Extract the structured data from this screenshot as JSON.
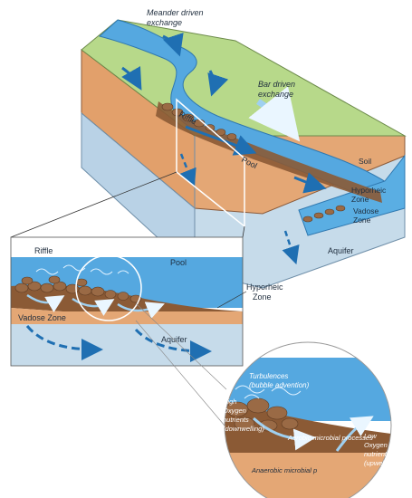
{
  "block": {
    "meander_exchange": [
      "Meander driven",
      "exchange"
    ],
    "bar_exchange": [
      "Bar driven",
      "exchange"
    ],
    "riffle": "Riffle",
    "pool": "Pool",
    "soil": "Soil",
    "hyporheic": [
      "Hyporheic",
      "Zone"
    ],
    "vadose": [
      "Vadose",
      "Zone"
    ],
    "aquifer": "Aquifer"
  },
  "inset": {
    "riffle": "Riffle",
    "pool": "Pool",
    "hyporheic": [
      "Hyporheic",
      "Zone"
    ],
    "vadose": "Vadose Zone",
    "aquifer": "Aquifer"
  },
  "zoom": {
    "turbulence": [
      "Turbulences",
      "(bubble advention)"
    ],
    "high_oxygen": [
      "High",
      "Oxygen",
      "nutrients",
      "(downwelling)"
    ],
    "aerobic": "Aerobic microbial processes",
    "low_oxygen": [
      "Low",
      "Oxygen",
      "nutrients",
      "(upwelling)"
    ],
    "anaerobic": "Anaerobic microbial p"
  },
  "colors": {
    "water": "#55a8e0",
    "water_light": "#9fd0f0",
    "grass": "#b7d98a",
    "soil": "#e4a775",
    "aquifer": "#c6dbea",
    "hyporheic": "#8b5a35",
    "stone": "#9a6a45",
    "arrow": "#1f6fb2"
  }
}
